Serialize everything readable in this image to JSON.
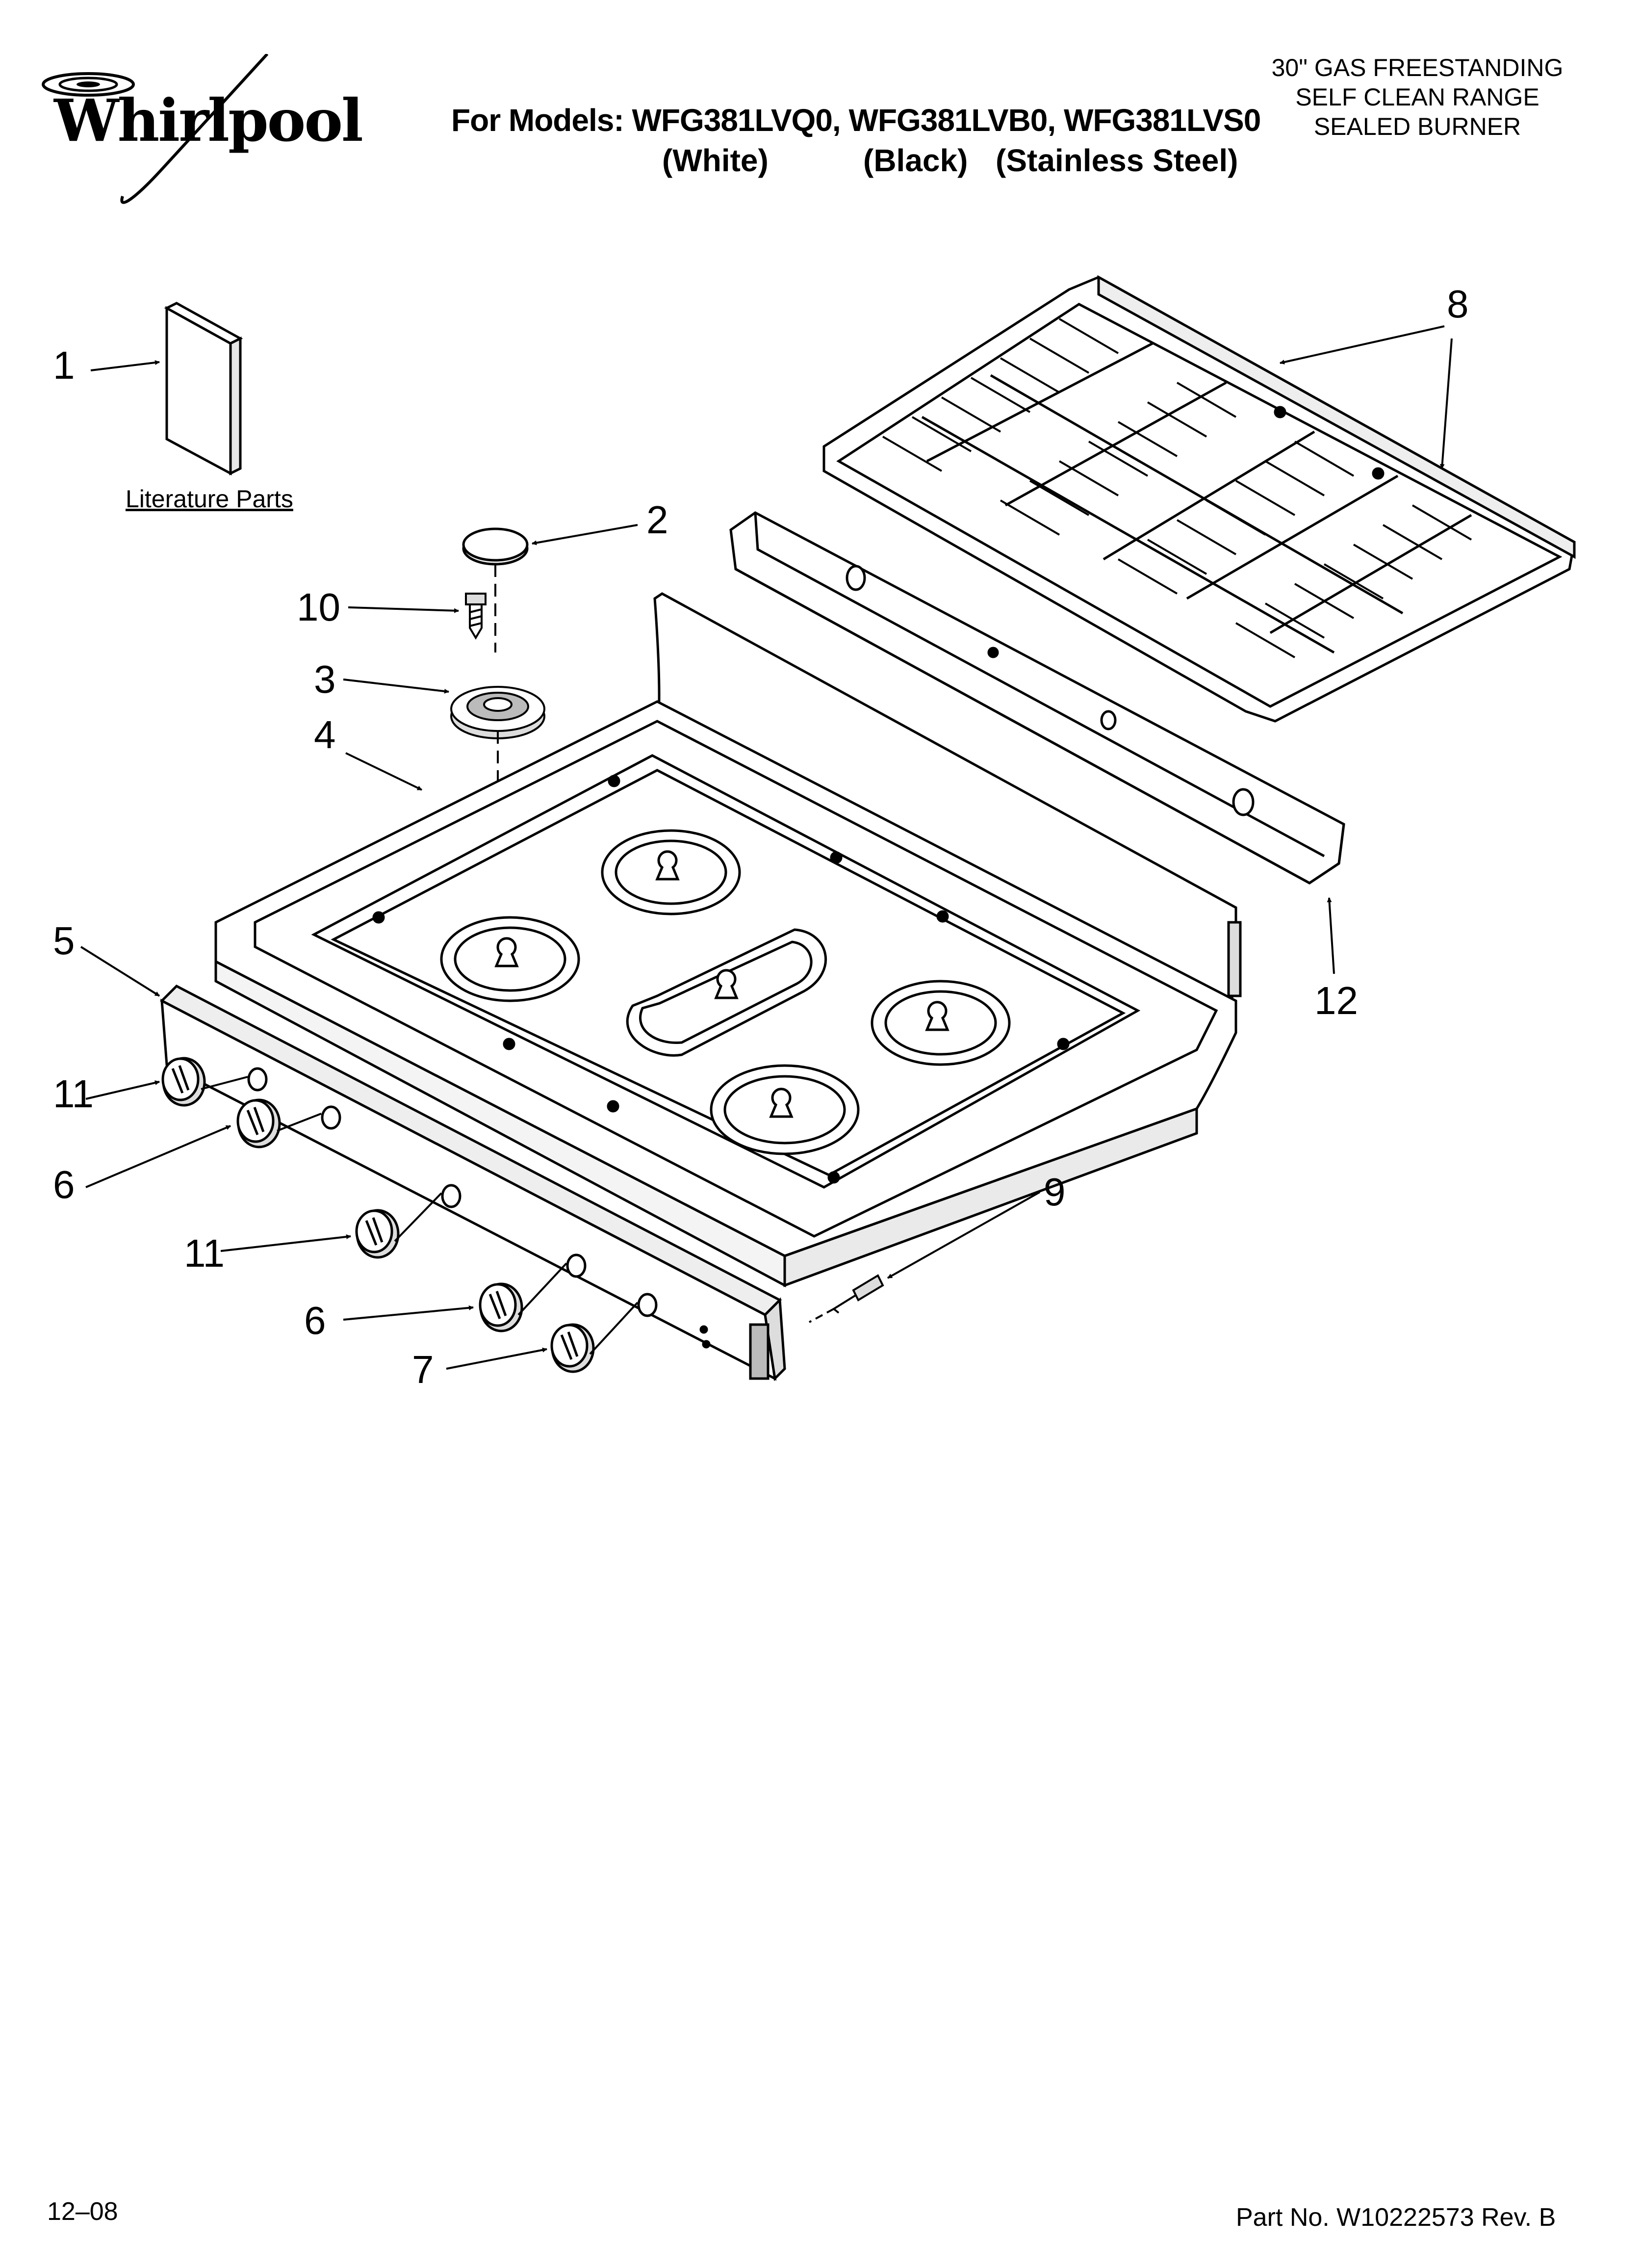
{
  "brand": {
    "name": "Whirlpool",
    "logo_icon": "whirlpool-swirl-logo"
  },
  "header": {
    "models_line": "For Models: WFG381LVQ0, WFG381LVB0, WFG381LVS0",
    "variants": [
      "(White)",
      "(Black)",
      "(Stainless Steel)"
    ],
    "range_title": [
      "30\" GAS FREESTANDING",
      "SELF CLEAN RANGE",
      "SEALED BURNER"
    ]
  },
  "diagram": {
    "literature_label": "Literature Parts",
    "callouts": [
      "1",
      "2",
      "10",
      "3",
      "4",
      "5",
      "11",
      "6",
      "11",
      "6",
      "7",
      "8",
      "9",
      "12"
    ]
  },
  "footer": {
    "date": "12–08",
    "part_number": "Part No. W10222573 Rev. B"
  },
  "colors": {
    "line": "#000000",
    "background": "#ffffff",
    "part_fill": "#ffffff",
    "shade": "#d9d9d9"
  }
}
